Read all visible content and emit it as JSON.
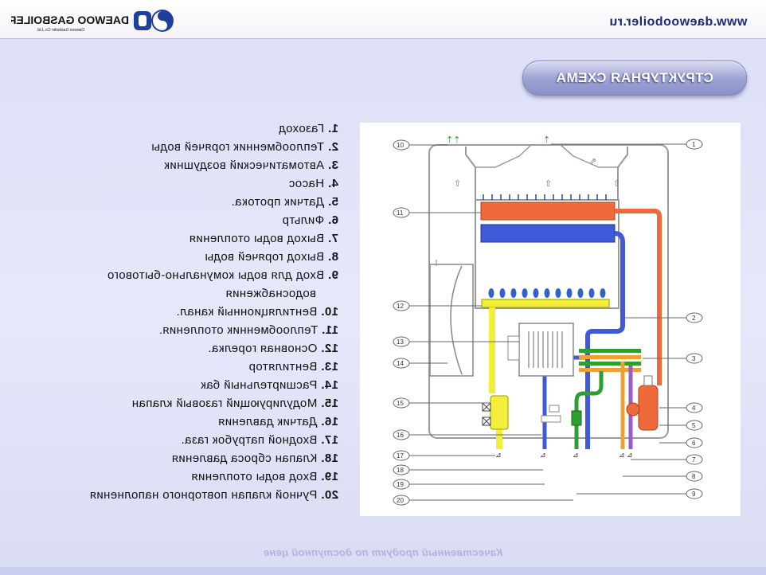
{
  "header": {
    "brand": "DAEWOO GASBOILER",
    "brand_sub": "Daewoo Gasboiler Co.,Ltd.",
    "website": "www.daewooboiler.ru"
  },
  "title": "СТРУКТУРНАЯ СХЕМА",
  "legend": [
    {
      "num": "1.",
      "text": "Газоход"
    },
    {
      "num": "2.",
      "text": "Теплообменник горячей воды"
    },
    {
      "num": "3.",
      "text": "Автоматический воздушник"
    },
    {
      "num": "4.",
      "text": "Насос"
    },
    {
      "num": "5.",
      "text": "Датчик протока."
    },
    {
      "num": "6.",
      "text": "Фильтр"
    },
    {
      "num": "7.",
      "text": "Выход воды отопления"
    },
    {
      "num": "8.",
      "text": "Выход горячей воды"
    },
    {
      "num": "9.",
      "text": "Вход для воды комунально-бытового водоснабжения"
    },
    {
      "num": "10.",
      "text": "Вентиляционный канал."
    },
    {
      "num": "11.",
      "text": "Теплообменник отопления."
    },
    {
      "num": "12.",
      "text": "Основная горелка."
    },
    {
      "num": "13.",
      "text": "Вентилятор"
    },
    {
      "num": "14.",
      "text": "Расширтельный бак"
    },
    {
      "num": "15.",
      "text": "Модулирующий газовый клапан"
    },
    {
      "num": "16.",
      "text": "Датчик давления"
    },
    {
      "num": "17.",
      "text": "Входной патрубок газа."
    },
    {
      "num": "18.",
      "text": "Клапан сброса давления"
    },
    {
      "num": "19.",
      "text": "Вход воды отопления"
    },
    {
      "num": "20.",
      "text": "Ручной клапан повторного наполнения"
    }
  ],
  "diagram": {
    "callouts_right": [
      "1",
      "2",
      "3",
      "4",
      "5",
      "6",
      "7",
      "8",
      "9"
    ],
    "callouts_left": [
      "10",
      "11",
      "12",
      "13",
      "14",
      "15",
      "16",
      "17",
      "18",
      "19",
      "20"
    ]
  },
  "footer": "Качественный продукт по доступной цене",
  "colors": {
    "heating_hot": "#ef6a3a",
    "heating_cold": "#3f5ad8",
    "gas": "#f2ee3a",
    "cold_water": "#2e9e2e",
    "hot_water": "#f0a030",
    "purple_pipe": "#9a5ac8",
    "title_accent": "#8a91c6"
  }
}
